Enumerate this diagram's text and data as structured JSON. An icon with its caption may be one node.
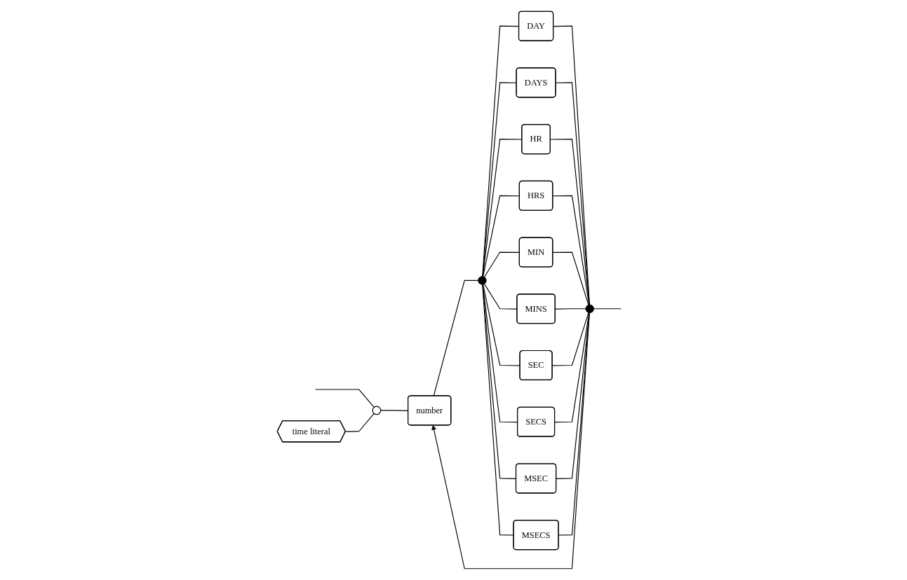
{
  "diagram": {
    "nodes": [
      {
        "text": [
          "time literal"
        ]
      },
      {
        "text": [],
        "shape": "circle"
      },
      {
        "text": [
          "number"
        ]
      },
      {
        "text": [],
        "shape": "circle"
      },
      {
        "text": [
          "DAY"
        ]
      },
      {
        "text": [
          "DAYS"
        ]
      },
      {
        "text": [
          "HR"
        ]
      },
      {
        "text": [
          "HRS"
        ]
      },
      {
        "text": [
          "MIN"
        ]
      },
      {
        "text": [
          "MINS"
        ]
      },
      {
        "text": [
          "SEC"
        ]
      },
      {
        "text": [
          "SECS"
        ]
      },
      {
        "text": [
          "MSEC"
        ]
      },
      {
        "text": [
          "MSECS"
        ]
      },
      {
        "text": [],
        "shape": "circle"
      }
    ],
    "edges": [
      {
        "from": null,
        "to": 1,
        "arrow": "none"
      },
      {
        "from": 0,
        "to": 1,
        "arrow": "none"
      },
      {
        "from": 1,
        "to": 2,
        "arrow": "none"
      },
      {
        "from": 2,
        "to": 3,
        "arrow": "none"
      },
      {
        "from": 3,
        "to": 4,
        "arrow": "none"
      },
      {
        "from": 3,
        "to": 5,
        "arrow": "none"
      },
      {
        "from": 3,
        "to": 6,
        "arrow": "none"
      },
      {
        "from": 3,
        "to": 7,
        "arrow": "none"
      },
      {
        "from": 3,
        "to": 8,
        "arrow": "none"
      },
      {
        "from": 3,
        "to": 9,
        "arrow": "none"
      },
      {
        "from": 3,
        "to": 10,
        "arrow": "none"
      },
      {
        "from": 3,
        "to": 11,
        "arrow": "none"
      },
      {
        "from": 3,
        "to": 12,
        "arrow": "none"
      },
      {
        "from": 3,
        "to": 13,
        "arrow": "none"
      },
      {
        "from": 4,
        "to": 14,
        "arrow": "none"
      },
      {
        "from": 5,
        "to": 14,
        "arrow": "none"
      },
      {
        "from": 6,
        "to": 14,
        "arrow": "none"
      },
      {
        "from": 7,
        "to": 14,
        "arrow": "none"
      },
      {
        "from": 8,
        "to": 14,
        "arrow": "none"
      },
      {
        "from": 9,
        "to": 14,
        "arrow": "none"
      },
      {
        "from": 10,
        "to": 14,
        "arrow": "none"
      },
      {
        "from": 11,
        "to": 14,
        "arrow": "none"
      },
      {
        "from": 12,
        "to": 14,
        "arrow": "none"
      },
      {
        "from": 13,
        "to": 14,
        "arrow": "none"
      },
      {
        "from": 14,
        "to": 2,
        "arrow": "to"
      },
      {
        "from": 14,
        "to": null,
        "arrow": "none"
      }
    ]
  }
}
